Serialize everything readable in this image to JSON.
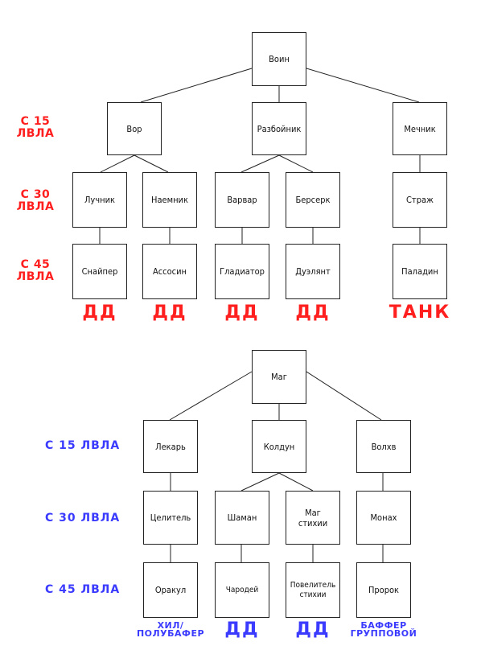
{
  "warrior_tree": {
    "root": "Воин",
    "tier15": [
      "Вор",
      "Разбойник",
      "Мечник"
    ],
    "tier30": [
      "Лучник",
      "Наемник",
      "Варвар",
      "Берсерк",
      "Страж"
    ],
    "tier45": [
      "Снайпер",
      "Ассосин",
      "Гладиатор",
      "Дуэлянт",
      "Паладин"
    ],
    "levels": [
      "С 15\nЛВЛА",
      "С 30\nЛВЛА",
      "С 45\nЛВЛА"
    ],
    "roles": [
      "ДД",
      "ДД",
      "ДД",
      "ДД",
      "ТАНК"
    ],
    "colors": {
      "levels": "#ff1f1f",
      "roles": "#ff1f1f"
    }
  },
  "mage_tree": {
    "root": "Маг",
    "tier15": [
      "Лекарь",
      "Колдун",
      "Волхв"
    ],
    "tier30": [
      "Целитель",
      "Шаман",
      "Маг\nстихии",
      "Монах"
    ],
    "tier45": [
      "Оракул",
      "Чародей",
      "Повелитель\nстихии",
      "Пророк"
    ],
    "levels": [
      "С 15 ЛВЛА",
      "С 30 ЛВЛА",
      "С 45 ЛВЛА"
    ],
    "roles": [
      "ХИЛ/\nПОЛУБАФЕР",
      "ДД",
      "ДД",
      "БАФФЕР\nГРУППОВОЙ"
    ],
    "colors": {
      "levels": "#3b3bff",
      "roles": "#3b3bff"
    }
  }
}
